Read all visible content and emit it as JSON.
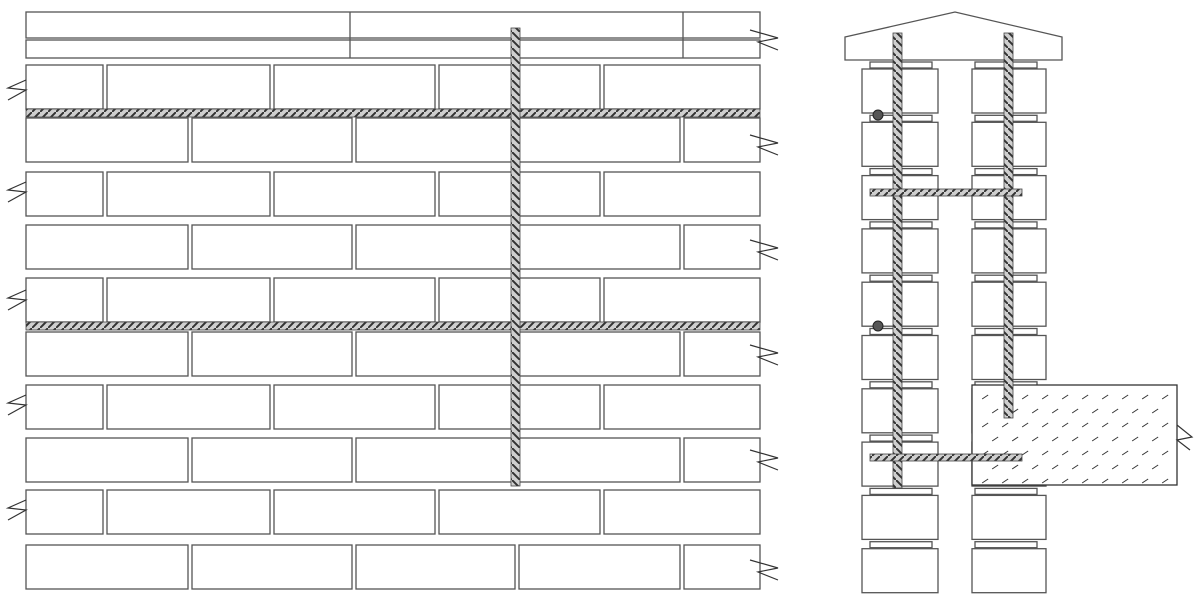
{
  "drawing": {
    "colors": {
      "background": "#ffffff",
      "brick_outline": "#555555",
      "rebar": "#444444",
      "rebar_light": "#bbbbbb",
      "concrete_hatch": "#333333"
    },
    "wall_elevation": {
      "horizontal_rebar_rows": 2,
      "vertical_rebars": 1
    },
    "pier_section": {
      "vertical_rebars": 2,
      "horizontal_ties": 2,
      "bar_ends": 2,
      "concrete_slab": true
    }
  }
}
